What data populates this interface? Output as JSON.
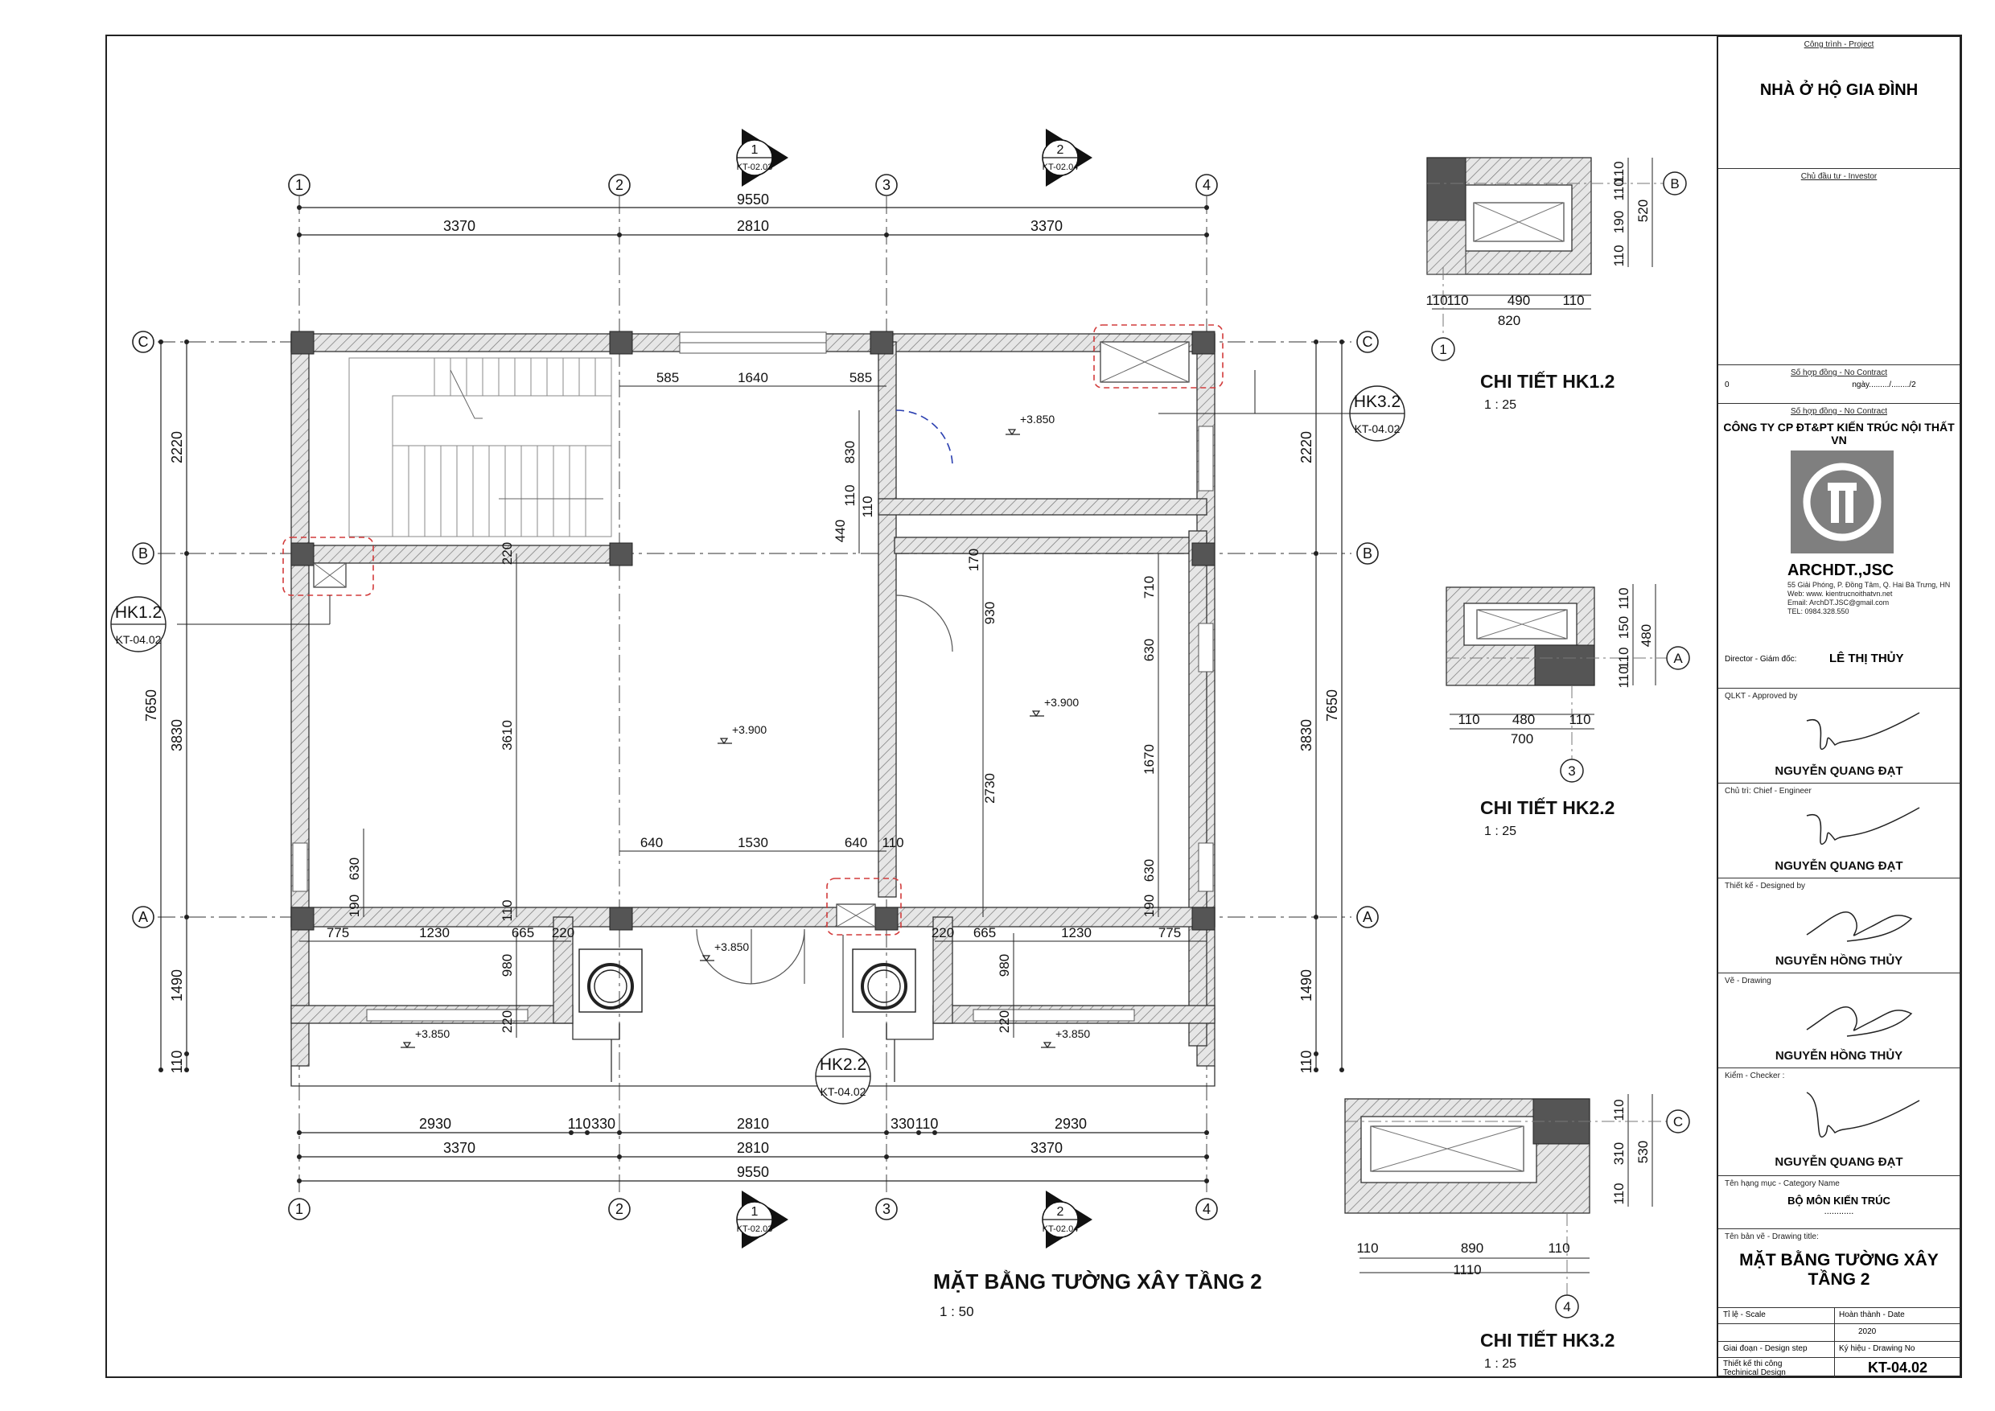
{
  "drawing": {
    "title": "MẶT BẰNG TƯỜNG XÂY TẦNG 2",
    "scale": "1 : 50",
    "grid_columns": [
      "1",
      "2",
      "3",
      "4"
    ],
    "grid_rows": [
      "C",
      "B",
      "A"
    ],
    "dims_top_total": "9550",
    "dims_top": [
      "3370",
      "2810",
      "3370"
    ],
    "dims_bottom_total": "9550",
    "dims_bottom_mid": [
      "3370",
      "2810",
      "3370"
    ],
    "dims_bottom_detail": [
      "2930",
      "110",
      "330",
      "2810",
      "330",
      "110",
      "2930"
    ],
    "dims_left_total": "7650",
    "dims_left": [
      "2220",
      "3830",
      "1490",
      "110"
    ],
    "dims_right_total": "7650",
    "dims_right": [
      "2220",
      "3830",
      "1490",
      "110"
    ],
    "interior_dims": {
      "top_opening": [
        "585",
        "1640",
        "585"
      ],
      "center_vert": [
        "830",
        "110",
        "440",
        "110"
      ],
      "right_room": [
        "170",
        "710",
        "930",
        "630",
        "1670",
        "2730",
        "630",
        "190"
      ],
      "left_room": [
        "220",
        "3610",
        "630",
        "190",
        "110"
      ],
      "mid_opening": [
        "640",
        "1530",
        "640",
        "110"
      ],
      "bottom_left": [
        "775",
        "1230",
        "665",
        "220"
      ],
      "bottom_right": [
        "220",
        "665",
        "1230",
        "775"
      ],
      "bottom_vert": [
        "980",
        "220",
        "980",
        "220"
      ]
    },
    "levels": [
      "+3.850",
      "+3.900",
      "+3.900",
      "+3.850",
      "+3.850",
      "+3.850"
    ],
    "section_marks": [
      {
        "num": "1",
        "ref": "KT-02.03"
      },
      {
        "num": "2",
        "ref": "KT-02.04"
      }
    ],
    "callouts": [
      {
        "label": "HK3.2",
        "ref": "KT-04.02"
      },
      {
        "label": "HK1.2",
        "ref": "KT-04.02"
      },
      {
        "label": "HK2.2",
        "ref": "KT-04.02"
      }
    ]
  },
  "details": [
    {
      "title": "CHI TIẾT HK1.2",
      "scale": "1 : 25",
      "axis_v": "B",
      "axis_h": "1",
      "dims_h": [
        "110",
        "110",
        "490",
        "110"
      ],
      "total_h": "820",
      "dims_v": [
        "110",
        "110",
        "190",
        "110"
      ],
      "total_v": "520"
    },
    {
      "title": "CHI TIẾT HK2.2",
      "scale": "1 : 25",
      "axis_v": "A",
      "axis_h": "3",
      "dims_h": [
        "110",
        "480",
        "110"
      ],
      "total_h": "700",
      "dims_v": [
        "110",
        "150",
        "110",
        "110"
      ],
      "total_v": "480"
    },
    {
      "title": "CHI TIẾT HK3.2",
      "scale": "1 : 25",
      "axis_v": "C",
      "axis_h": "4",
      "dims_h": [
        "110",
        "890",
        "110"
      ],
      "total_h": "1110",
      "dims_v": [
        "110",
        "310",
        "110"
      ],
      "total_v": "530"
    }
  ],
  "title_block": {
    "project_caption": "Công trình - Project",
    "project": "NHÀ Ở HỘ GIA ĐÌNH",
    "investor_caption": "Chủ đầu tư - Investor",
    "contract_caption": "Số hợp đồng - No Contract",
    "contract_date": "ngày........./......../2",
    "contract_no": "0",
    "contract_caption2": "Số hợp đồng - No Contract",
    "company": "CÔNG TY CP ĐT&PT KIẾN TRÚC NỘI THẤT VN",
    "logo_text": "ARCHDT.,JSC",
    "address": "55 Giải Phóng, P. Đồng Tâm, Q. Hai Bà Trưng, HN",
    "web": "Web: www. kientrucnoithatvn.net",
    "email": "Email: ArchDT.JSC@gmail.com",
    "tel": "TEL: 0984.328.550",
    "director_caption": "Director - Giám đốc:",
    "director": "LÊ THỊ THỦY",
    "approved_caption": "QLKT - Approved by",
    "approved": "NGUYỄN QUANG ĐẠT",
    "chief_caption": "Chủ trì: Chief - Engineer",
    "chief": "NGUYỄN QUANG ĐẠT",
    "designed_caption": "Thiết kế - Designed by",
    "designed": "NGUYỄN HỒNG THỦY",
    "drawing_caption": "Vẽ - Drawing",
    "drawn": "NGUYỄN HỒNG THỦY",
    "checker_caption": "Kiểm - Checker :",
    "checker": "NGUYỄN QUANG ĐẠT",
    "category_caption": "Tên hạng mục - Category Name",
    "category": "BỘ MÔN KIẾN TRÚC",
    "category_dots": "............",
    "drawing_title_caption": "Tên bản vẽ - Drawing title:",
    "drawing_title_1": "MẶT BẰNG TƯỜNG XÂY",
    "drawing_title_2": "TẦNG 2",
    "scale_caption": "Tỉ lệ - Scale",
    "date_caption": "Hoàn thành - Date",
    "date": "2020",
    "step_caption": "Giai đoạn - Design step",
    "drawing_no_caption": "Ký hiệu - Drawing No",
    "step": "Thiết kế thi công",
    "step_en": "Techinical Design",
    "drawing_no": "KT-04.02"
  }
}
